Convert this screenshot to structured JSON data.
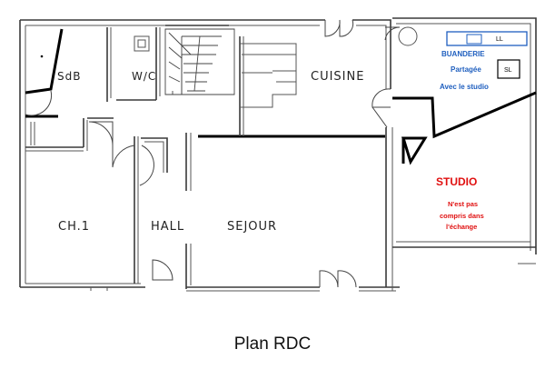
{
  "plan": {
    "rooms": {
      "sdb": "SdB",
      "wc": "W/C",
      "cuisine": "CUISINE",
      "ch1": "CH.1",
      "hall": "HALL",
      "sejour": "SEJOUR"
    },
    "buanderie": {
      "title": "BUANDERIE",
      "line2": "Partagée",
      "line3": "Avec le studio",
      "ll": "LL",
      "sl": "SL"
    },
    "studio": {
      "title": "STUDIO",
      "note_line1": "N'est pas",
      "note_line2": "compris dans",
      "note_line3": "l'échange"
    },
    "caption": "Plan RDC"
  },
  "colors": {
    "walls": "#3a3a3a",
    "blue_text": "#1f5fbf",
    "red_text": "#e01010",
    "heavy_lines": "#000000"
  }
}
